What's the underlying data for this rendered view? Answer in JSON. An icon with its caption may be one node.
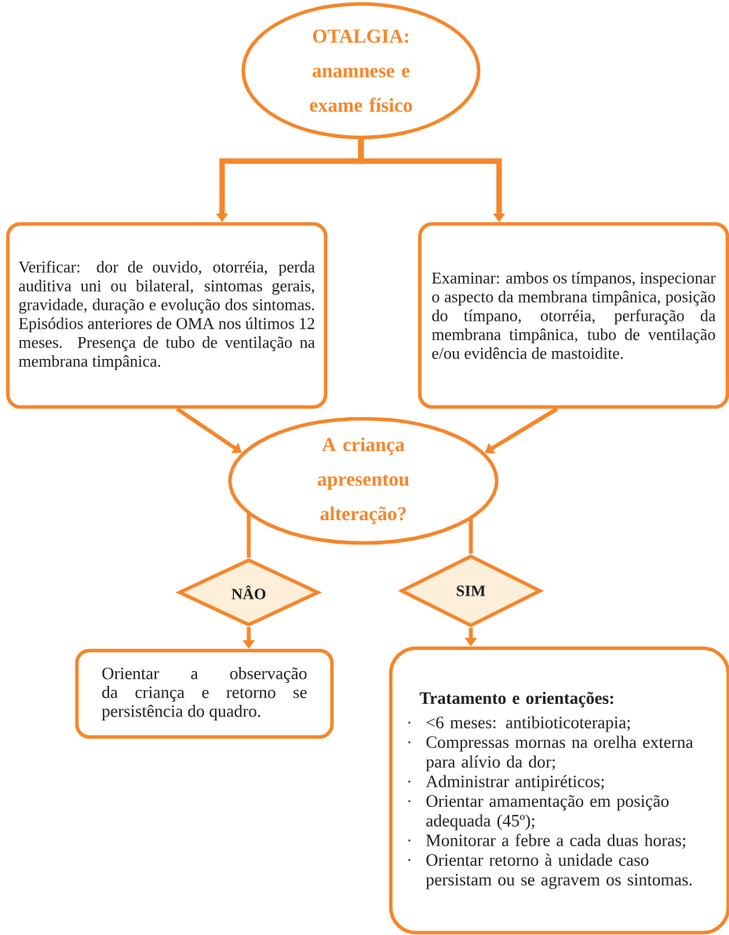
{
  "diagram": {
    "nodes": [
      {
        "text": [
          "OTALGIA: anamnese e exame físico"
        ]
      },
      {
        "text": [
          "Verificar: dor de ouvido, otorréia, perda auditiva uni ou bilateral, sintomas gerais, gravidade, duração e evolução dos sintomas. Episódios anteriores de OMA nos últimos 12 meses. Presença de tubo de ventilação na membrana timpânica."
        ]
      },
      {
        "text": [
          "Examinar: ambos os tímpanos, inspecionar o aspecto da membrana timpânica, posição do tímpano, otorréia, perfuração da membrana timpânica, tubo de ventilação e/ou evidência de mastoidite."
        ]
      },
      {
        "text": [
          "A criança apresentou alteração?"
        ]
      },
      {
        "text": [
          "NÂO"
        ]
      },
      {
        "text": [
          "SIM"
        ]
      },
      {
        "text": [
          "Orientar a observação da criança e retorno se persistência do quadro."
        ]
      },
      {
        "text": [
          "Tratamento e orientações:",
          "<6 meses: antibioticoterapia;",
          "Compressas mornas na orelha externa para alívio da dor;",
          "Administrar antipiréticos;",
          "Orientar amamentação em posição adequada (45º);",
          "Monitorar a febre a cada duas horas;",
          "Orientar retorno à unidade caso persistam ou se agravem os sintomas."
        ]
      }
    ],
    "edges": [
      {
        "from": 0,
        "to": 1,
        "arrow": "to"
      },
      {
        "from": 0,
        "to": 2,
        "arrow": "to"
      },
      {
        "from": 1,
        "to": 3,
        "arrow": "to"
      },
      {
        "from": 2,
        "to": 3,
        "arrow": "to"
      },
      {
        "from": 3,
        "to": 4,
        "arrow": "none"
      },
      {
        "from": 3,
        "to": 5,
        "arrow": "none"
      },
      {
        "from": 4,
        "to": 6,
        "arrow": "to"
      },
      {
        "from": 5,
        "to": 7,
        "arrow": "to"
      }
    ]
  }
}
